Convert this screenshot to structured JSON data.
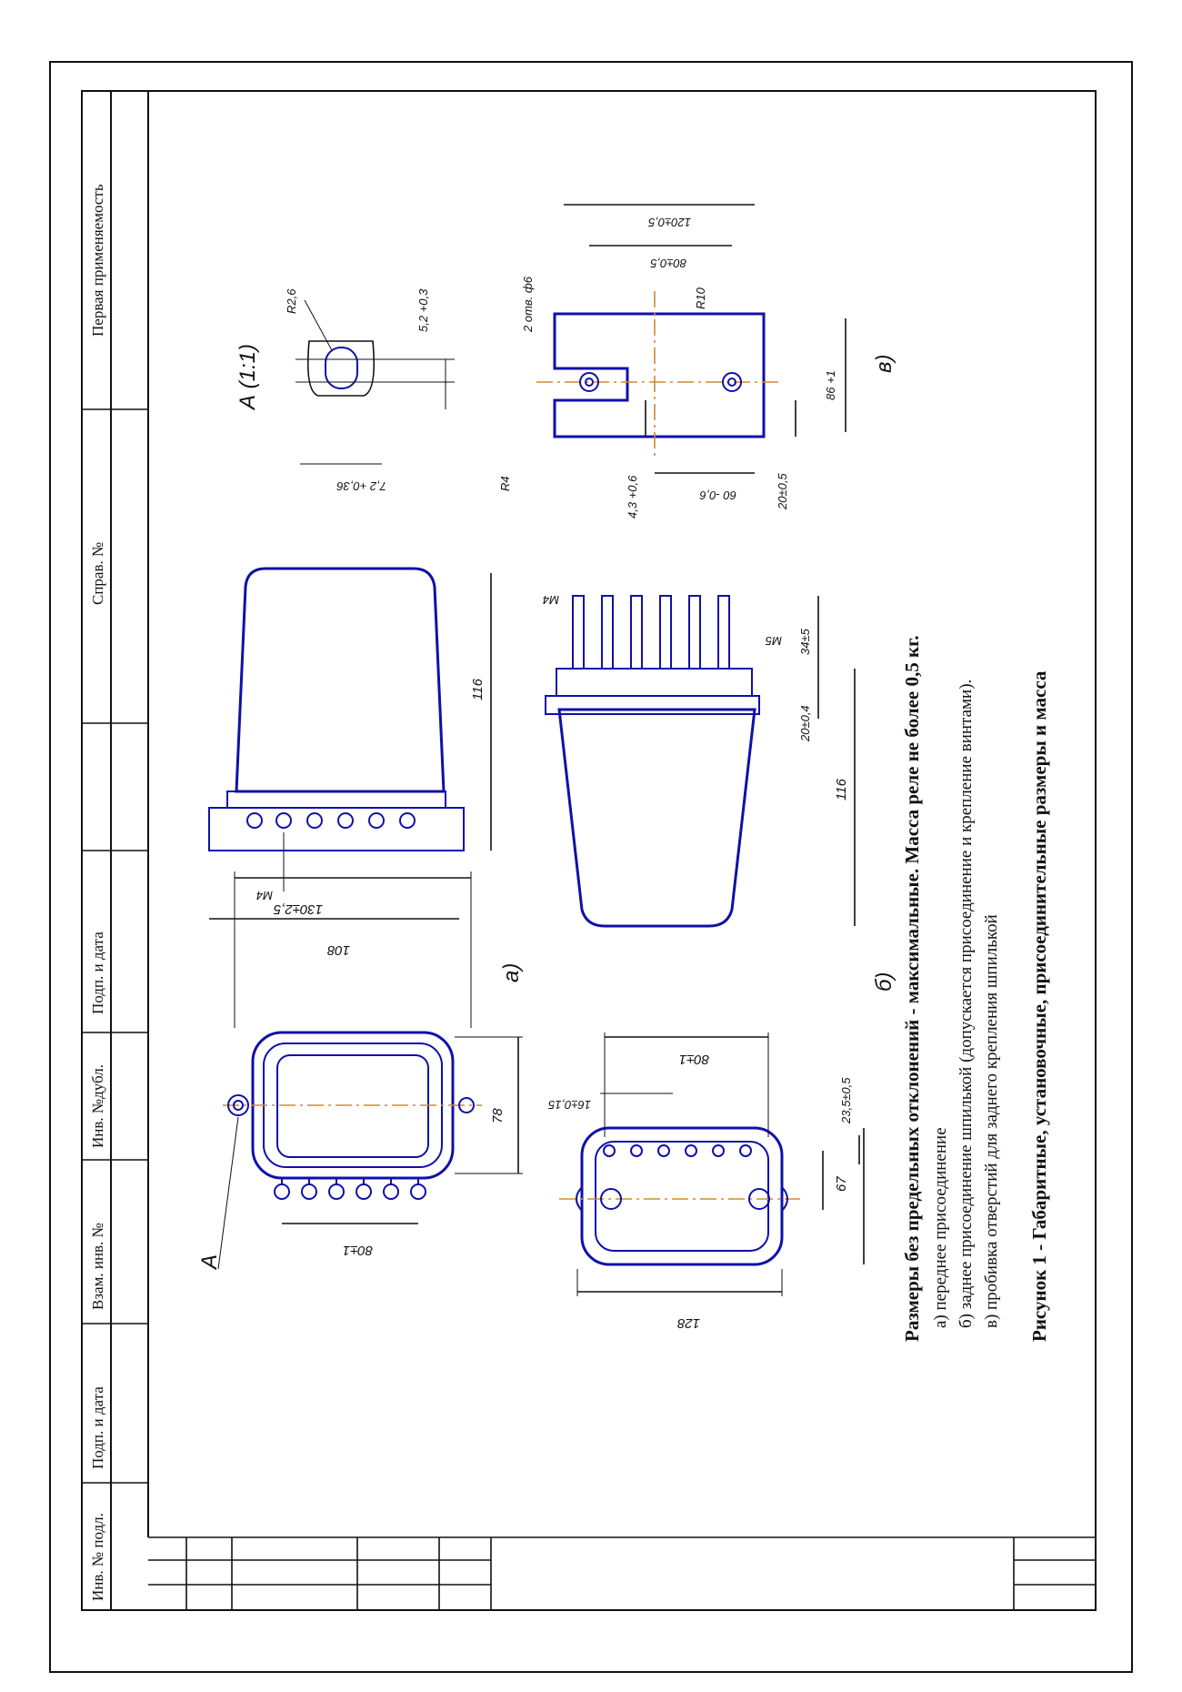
{
  "side_stamp": {
    "perv_primen": "Первая применяемость",
    "sprav_no": "Справ. №",
    "podp_data_1": "Подп. и дата",
    "inv_dubl": "Инв. №дубл.",
    "vzam_inv": "Взам. инв. №",
    "podp_data_2": "Подп. и дата",
    "inv_podl": "Инв. № подл."
  },
  "views": {
    "label_a": "а)",
    "label_b": "б)",
    "label_v": "в)",
    "detail_title": "А (1:1)",
    "callout_a": "А"
  },
  "dims": {
    "d130": "130±2,5",
    "d80_top": "80±1",
    "d78": "78",
    "d116_a": "116",
    "d108": "108",
    "m4_a": "М4",
    "d16": "16±0,15",
    "d80_b": "80±1",
    "d235": "23,5±0,5",
    "d67": "67",
    "d128": "128",
    "m4_b": "М4",
    "m5": "М5",
    "d34": "34±5",
    "d20_04": "20±0,4",
    "d116_b": "116",
    "r26": "R2,6",
    "d52": "5,2 +0,3",
    "d72": "7,2 +0,36",
    "d120": "120±0,5",
    "d80_05": "80±0,5",
    "holes": "2 отв. ф6",
    "r10": "R10",
    "d86": "86 +1",
    "d20_05": "20±0,5",
    "d60": "60 -0,6",
    "d43": "4,3 +0,6",
    "r4": "R4"
  },
  "notes": {
    "line1": "Размеры без предельных отклонений - максимальные. Масса реле не более 0,5 кг.",
    "line2": "а) переднее присоединение",
    "line3": "б) заднее присоединение шпилькой (допускается присоединение и крепление винтами).",
    "line4": "в) пробивка отверстий для заднего крепления шпилькой",
    "caption": "Рисунок 1 - Габаритные, установочные, присоединительные размеры и масса"
  },
  "colors": {
    "outline": "#1010a8",
    "centerline": "#d08a30",
    "text": "#111111"
  }
}
